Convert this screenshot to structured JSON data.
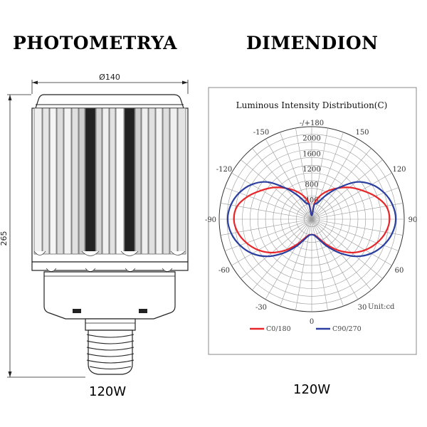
{
  "headings": {
    "left": "PHOTOMETRYA",
    "right": "DIMENDION"
  },
  "captions": {
    "left": "120W",
    "right": "120W"
  },
  "lamp": {
    "diameter_label": "Ø140",
    "height_label": "265"
  },
  "colors": {
    "c0_180": "#e8262a",
    "c90_270": "#2b3fa0"
  },
  "chart_data": {
    "type": "polar",
    "title": "Luminous Intensity Distribution(C)",
    "unit_label": "Unit:cd",
    "radial_ticks": [
      "400",
      "800",
      "1200",
      "1600",
      "2000"
    ],
    "radial_values": [
      400,
      800,
      1200,
      1600,
      2000
    ],
    "rmax": 2400,
    "angle_labels": [
      {
        "text": "-/+180",
        "angle": 180
      },
      {
        "text": "-150",
        "angle": -150
      },
      {
        "text": "150",
        "angle": 150
      },
      {
        "text": "-120",
        "angle": -120
      },
      {
        "text": "120",
        "angle": 120
      },
      {
        "text": "-90",
        "angle": -90
      },
      {
        "text": "90",
        "angle": 90
      },
      {
        "text": "-60",
        "angle": -60
      },
      {
        "text": "60",
        "angle": 60
      },
      {
        "text": "-30",
        "angle": -30
      },
      {
        "text": "30",
        "angle": 30
      },
      {
        "text": "0",
        "angle": 0
      }
    ],
    "grid": true,
    "legend": {
      "position": "bottom"
    },
    "series": [
      {
        "name": "C0/180",
        "color": "#e8262a",
        "angles": [
          0,
          10,
          20,
          30,
          40,
          50,
          60,
          70,
          80,
          90,
          100,
          110,
          120,
          130,
          140,
          150,
          160,
          170,
          180
        ],
        "values": [
          400,
          420,
          520,
          750,
          1050,
          1350,
          1600,
          1800,
          1950,
          2020,
          1960,
          1750,
          1500,
          1280,
          1050,
          850,
          650,
          430,
          100
        ]
      },
      {
        "name": "C90/270",
        "color": "#2b3fa0",
        "angles": [
          0,
          10,
          20,
          30,
          40,
          50,
          60,
          70,
          80,
          90,
          100,
          110,
          120,
          130,
          140,
          150,
          160,
          170,
          180
        ],
        "values": [
          400,
          430,
          560,
          820,
          1150,
          1500,
          1780,
          1980,
          2120,
          2180,
          2130,
          2000,
          1800,
          1500,
          1050,
          700,
          450,
          380,
          100
        ]
      }
    ]
  }
}
